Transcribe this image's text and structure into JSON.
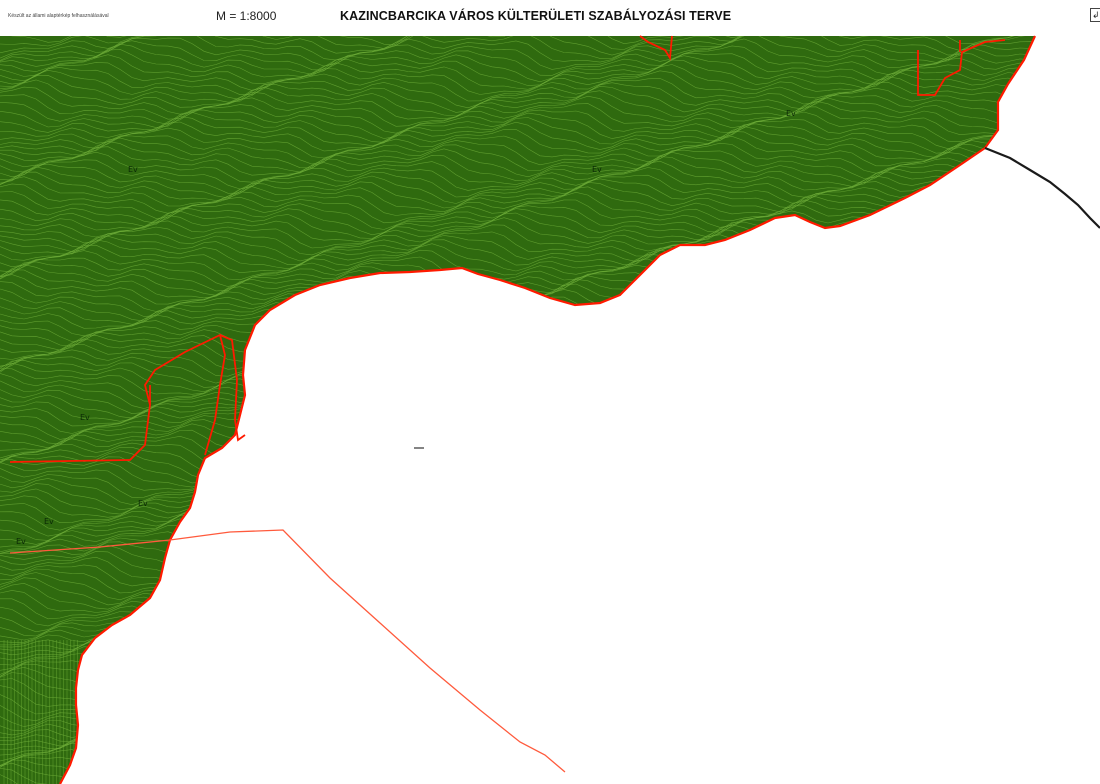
{
  "header": {
    "subtitle": "Készült az állami alaptérkép felhasználásával",
    "scale": "M = 1:8000",
    "title": "KAZINCBARCIKA VÁROS KÜLTERÜLETI SZABÁLYOZÁSI TERVE"
  },
  "map": {
    "colors": {
      "forest": "#2f6a0f",
      "contour": "#6fae3a",
      "boundary": "#ff1a00",
      "thin_line": "#ff5a3c",
      "road": "#1a1a1a",
      "background": "#ffffff"
    },
    "zone_labels": [
      "Ev",
      "Ev",
      "Ev",
      "Ev",
      "Ev",
      "Ev",
      "Ev"
    ]
  }
}
